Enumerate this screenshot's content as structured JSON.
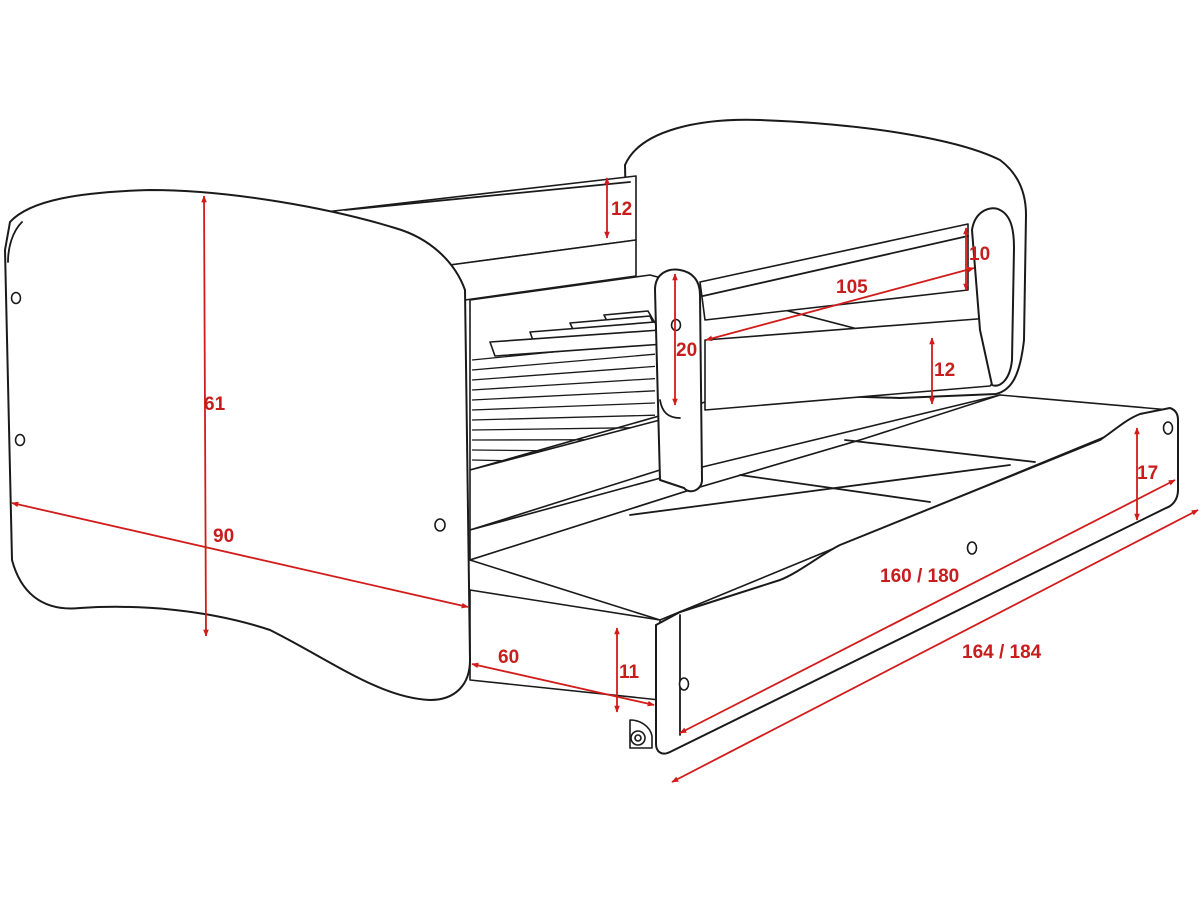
{
  "colors": {
    "line": "#1a1a1a",
    "dimension": "#c81d1d"
  },
  "dimensions": {
    "headboard_rail": "12",
    "footboard_rail": "10",
    "rail_length": "105",
    "rail_post": "20",
    "rail_lower": "12",
    "headboard_height": "61",
    "bed_width": "90",
    "drawer_depth": "60",
    "drawer_clearance": "11",
    "drawer_height": "17",
    "mattress_length": "160 / 180",
    "bed_length": "164 / 184"
  }
}
